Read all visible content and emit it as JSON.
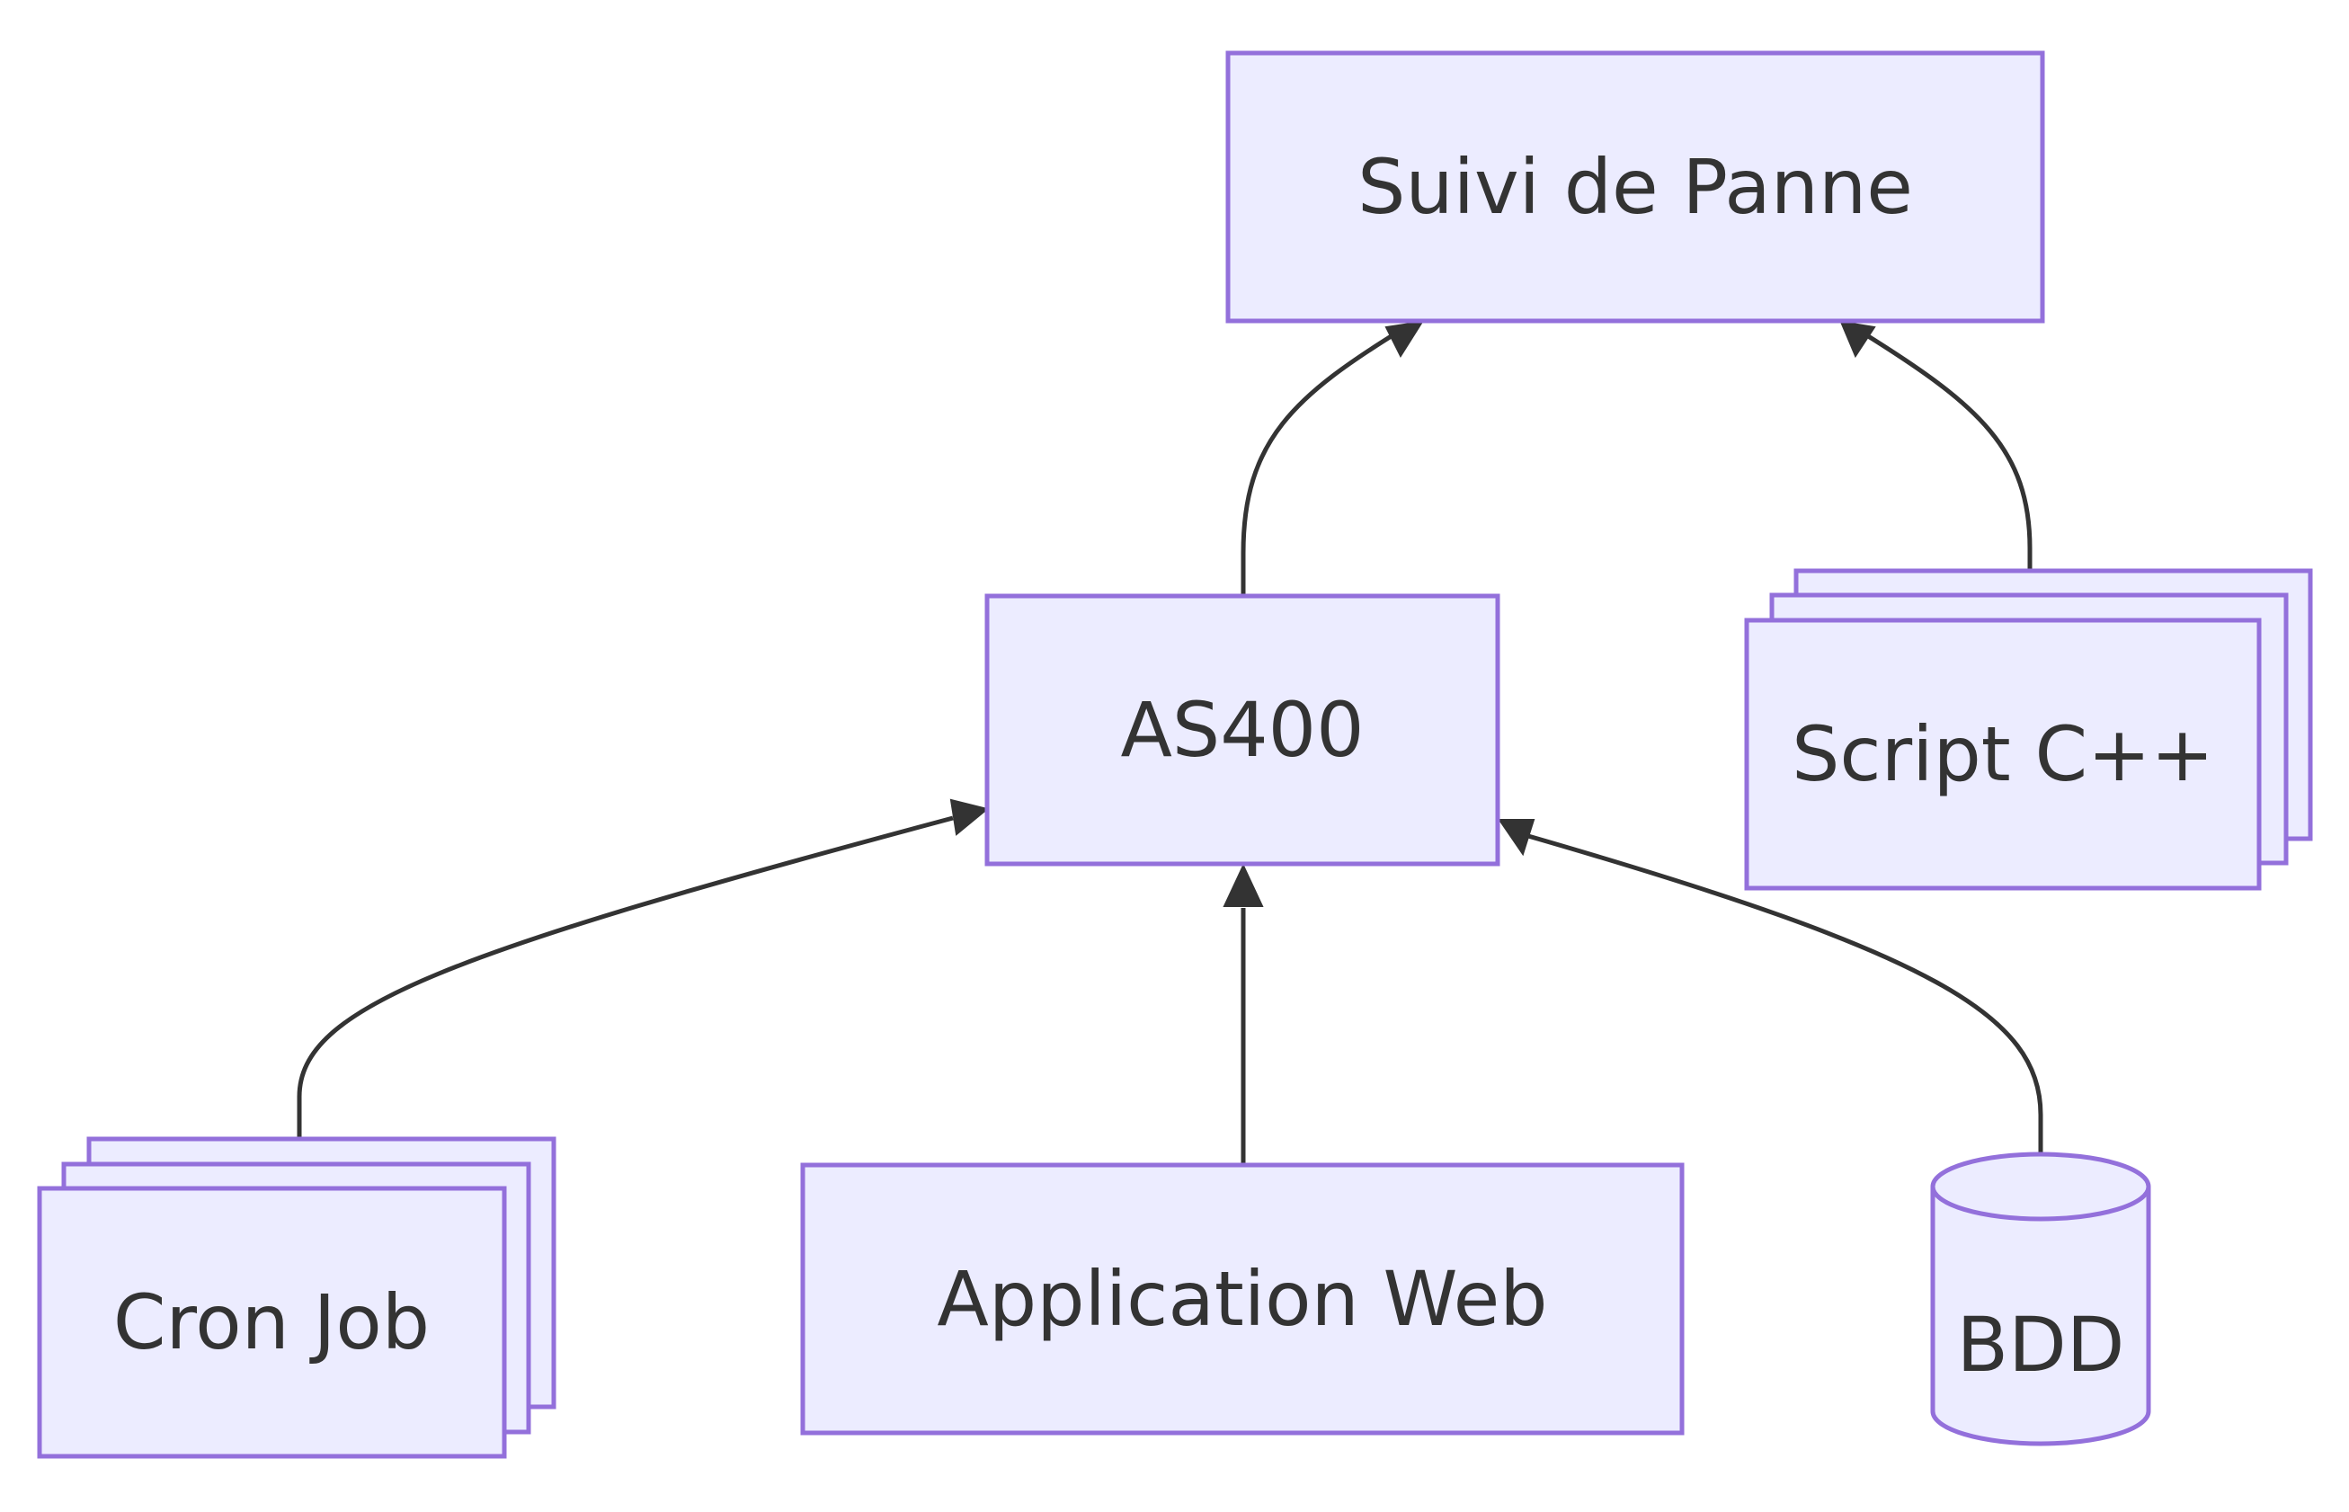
{
  "diagram": {
    "type": "flowchart",
    "direction": "bottom-to-top",
    "colors": {
      "node_fill": "#ececff",
      "node_stroke": "#9370db",
      "edge": "#333333",
      "text": "#333333"
    },
    "nodes": {
      "suivi": {
        "label": "Suivi de Panne",
        "shape": "rectangle"
      },
      "as400": {
        "label": "AS400",
        "shape": "rectangle"
      },
      "script": {
        "label": "Script C++",
        "shape": "stacked-rectangle"
      },
      "cron": {
        "label": "Cron Job",
        "shape": "stacked-rectangle"
      },
      "web": {
        "label": "Application Web",
        "shape": "rectangle"
      },
      "bdd": {
        "label": "BDD",
        "shape": "cylinder"
      }
    },
    "edges": [
      {
        "from": "as400",
        "to": "suivi"
      },
      {
        "from": "script",
        "to": "suivi"
      },
      {
        "from": "cron",
        "to": "as400"
      },
      {
        "from": "web",
        "to": "as400"
      },
      {
        "from": "bdd",
        "to": "as400"
      }
    ]
  }
}
